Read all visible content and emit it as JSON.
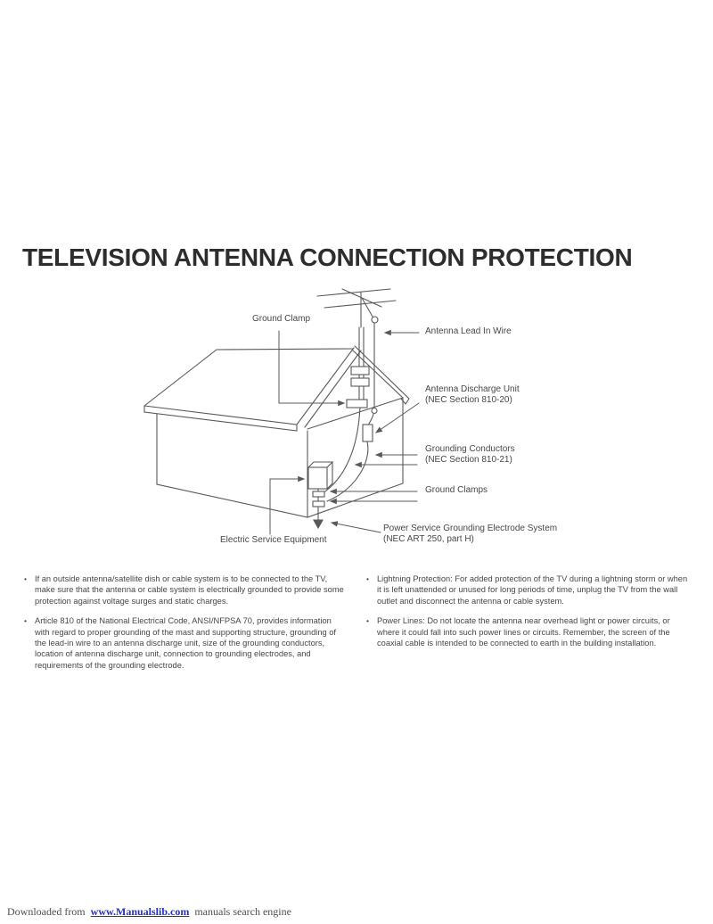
{
  "page": {
    "title": "TELEVISION ANTENNA CONNECTION PROTECTION"
  },
  "diagram": {
    "labels": {
      "ground_clamp": "Ground Clamp",
      "antenna_lead_in_wire": "Antenna Lead In Wire",
      "antenna_discharge_unit": "Antenna Discharge Unit",
      "antenna_discharge_unit_nec": "(NEC Section 810-20)",
      "grounding_conductors": "Grounding Conductors",
      "grounding_conductors_nec": "(NEC Section 810-21)",
      "ground_clamps": "Ground Clamps",
      "power_service": "Power Service Grounding Electrode System",
      "power_service_nec": "(NEC ART 250, part H)",
      "electric_service_equipment": "Electric Service Equipment"
    }
  },
  "bullets": {
    "marker": "•",
    "left": [
      "If an outside antenna/satellite dish or cable system is to be connected to the TV, make sure that the antenna or cable system is electrically grounded to provide some protection against voltage surges and static charges.",
      "Article 810 of the National Electrical Code, ANSI/NFPSA 70, provides information with regard to proper grounding of the mast and supporting structure, grounding of the lead-in wire to an antenna discharge unit, size of the grounding conductors, location of antenna discharge unit, connection to grounding electrodes, and requirements of the grounding electrode."
    ],
    "right": [
      "Lightning Protection: For added protection of the TV during a lightning storm or when it is left unattended or unused for long periods of time, unplug the TV from the wall outlet and disconnect the antenna or cable system.",
      "Power Lines: Do not locate the antenna near overhead light or power circuits, or where it could fall into such power lines or circuits. Remember, the screen of the coaxial cable is intended to be connected to earth in the building installation."
    ]
  },
  "footer": {
    "prefix": "Downloaded from",
    "link": "www.Manualslib.com",
    "suffix": "manuals search engine"
  },
  "colors": {
    "title_text": "#2d2d2d",
    "body_text": "#474747",
    "diagram_line": "#58595b",
    "link_blue": "#2330c4"
  }
}
